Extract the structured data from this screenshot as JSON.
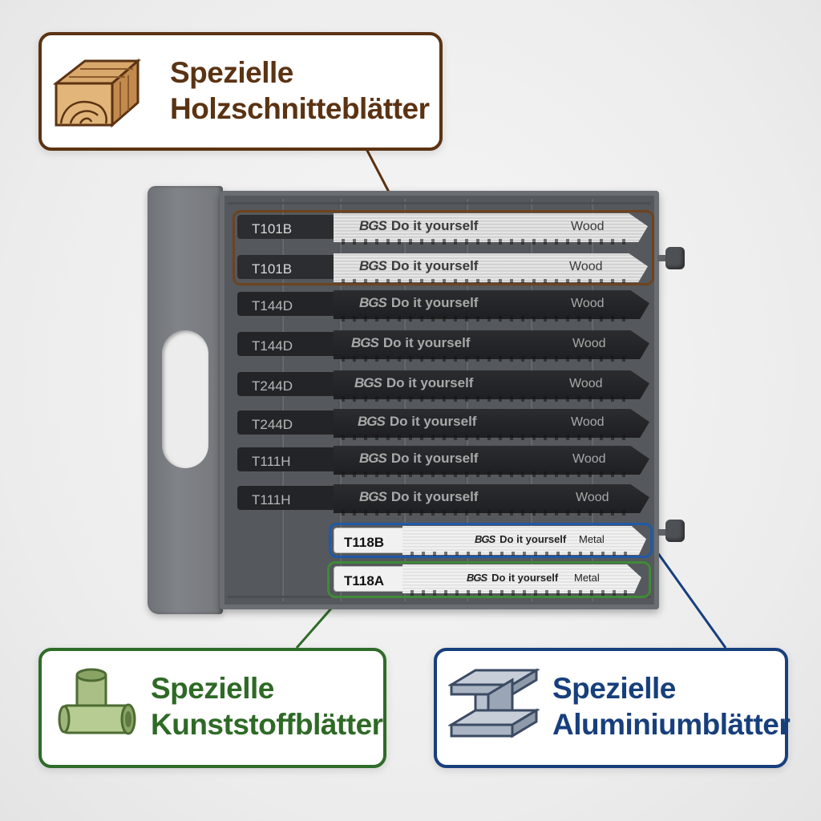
{
  "callouts": {
    "wood": {
      "line1": "Spezielle",
      "line2": "Holzschnitteblätter",
      "color": "#5b3313",
      "icon": "wood-block-icon"
    },
    "plastic": {
      "line1": "Spezielle",
      "line2": "Kunststoffblätter",
      "color": "#2f6b2a",
      "icon": "pipe-tee-icon"
    },
    "aluminium": {
      "line1": "Spezielle",
      "line2": "Aluminiumblätter",
      "color": "#173f7c",
      "icon": "i-beam-icon"
    }
  },
  "blades": [
    {
      "code": "T101B",
      "brand": "BGS",
      "slogan": "Do it yourself",
      "material": "Wood",
      "finish": "steel",
      "highlight": "wood"
    },
    {
      "code": "T101B",
      "brand": "BGS",
      "slogan": "Do it yourself",
      "material": "Wood",
      "finish": "steel",
      "highlight": "wood"
    },
    {
      "code": "T144D",
      "brand": "BGS",
      "slogan": "Do it yourself",
      "material": "Wood",
      "finish": "black"
    },
    {
      "code": "T144D",
      "brand": "BGS",
      "slogan": "Do it yourself",
      "material": "Wood",
      "finish": "black"
    },
    {
      "code": "T244D",
      "brand": "BGS",
      "slogan": "Do it yourself",
      "material": "Wood",
      "finish": "black"
    },
    {
      "code": "T244D",
      "brand": "BGS",
      "slogan": "Do it yourself",
      "material": "Wood",
      "finish": "black"
    },
    {
      "code": "T111H",
      "brand": "BGS",
      "slogan": "Do it yourself",
      "material": "Wood",
      "finish": "black"
    },
    {
      "code": "T111H",
      "brand": "BGS",
      "slogan": "Do it yourself",
      "material": "Wood",
      "finish": "black"
    },
    {
      "code": "T118B",
      "brand": "BGS",
      "slogan": "Do it yourself",
      "material": "Metal",
      "finish": "metal",
      "highlight": "aluminium"
    },
    {
      "code": "T118A",
      "brand": "BGS",
      "slogan": "Do it yourself",
      "material": "Metal",
      "finish": "metal",
      "highlight": "plastic"
    }
  ]
}
